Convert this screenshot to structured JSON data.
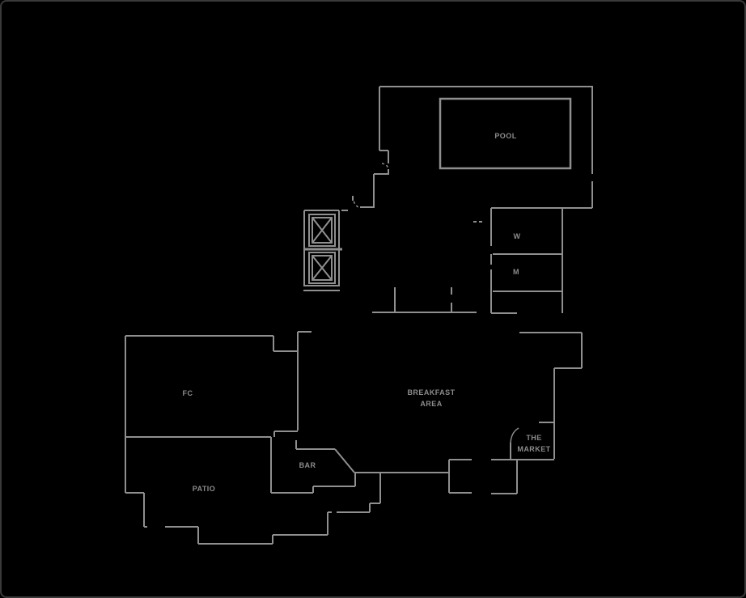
{
  "floorplan": {
    "colors": {
      "background": "#000000",
      "frame": "#3a3a3a",
      "wall": "#8f8f8f",
      "label": "#8c8c8c"
    },
    "rooms": [
      {
        "id": "pool",
        "lines": [
          "POOL"
        ]
      },
      {
        "id": "women-restroom",
        "lines": [
          "W"
        ]
      },
      {
        "id": "men-restroom",
        "lines": [
          "M"
        ]
      },
      {
        "id": "breakfast-area",
        "lines": [
          "BREAKFAST",
          "AREA"
        ]
      },
      {
        "id": "the-market",
        "lines": [
          "THE",
          "MARKET"
        ]
      },
      {
        "id": "fitness-center",
        "lines": [
          "FC"
        ]
      },
      {
        "id": "bar",
        "lines": [
          "BAR"
        ]
      },
      {
        "id": "patio",
        "lines": [
          "PATIO"
        ]
      }
    ]
  }
}
